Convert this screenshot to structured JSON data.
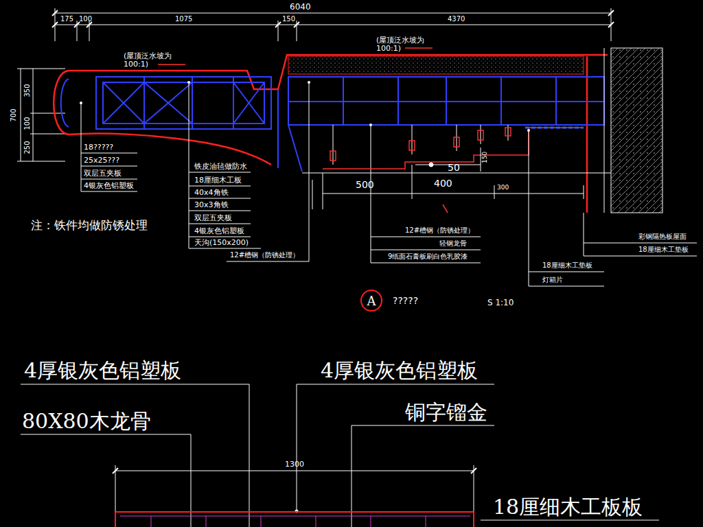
{
  "diagram": {
    "nodes": [
      {
        "text": [
          "A"
        ]
      }
    ],
    "labels": [
      "6040",
      "175",
      "100",
      "1075",
      "150",
      "4370",
      "(屋顶泛水坡为 100:1)",
      "(屋顶泛水坡为 100:1)",
      "350",
      "700",
      "100",
      "250",
      "18?????",
      "25x25???",
      "双层五夹板",
      "4银灰色铝塑板",
      "铁皮油毡做防水",
      "18厘细木工板",
      "40x4角铁",
      "30x3角铁",
      "双层五夹板",
      "4银灰色铝塑板",
      "天沟(150x200)",
      "12#槽钢（防锈处理）",
      "注：铁件均做防锈处理",
      "50",
      "150",
      "500",
      "400",
      "300",
      "12#槽钢（防锈处理）",
      "轻钢龙骨",
      "9纸面石膏板刷白色乳胶漆",
      "18厘细木工垫板",
      "灯箱片",
      "彩钢隔热板屋面",
      "18厘细木工垫板",
      "?????",
      "S 1:10",
      "4厚银灰色铝塑板",
      "4厚银灰色铝塑板",
      "80X80木龙骨",
      "铜字镏金",
      "1300",
      "18厘细木工板板"
    ]
  }
}
